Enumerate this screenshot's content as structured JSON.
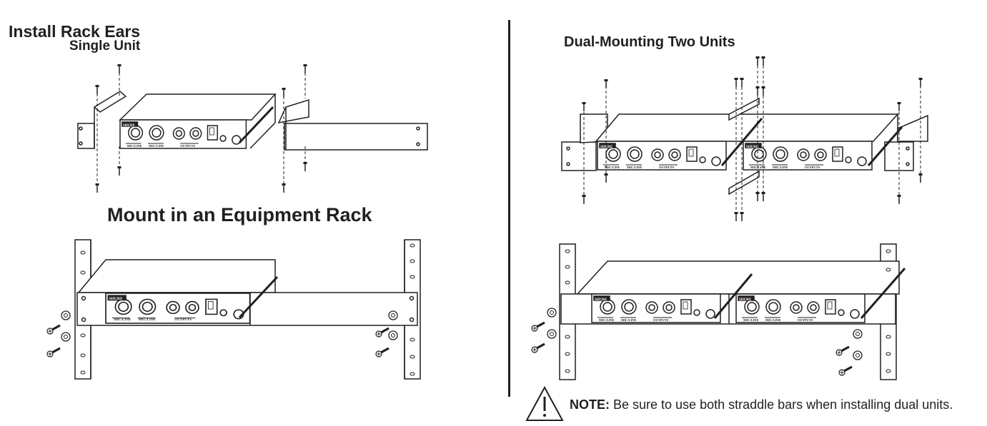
{
  "titles": {
    "install": "Install Rack Ears",
    "single": "Single Unit",
    "mount": "Mount in an Equipment Rack",
    "dual": "Dual-Mounting  Two Units"
  },
  "note": {
    "label": "NOTE:",
    "text": " Be sure to use both straddle bars when installing dual units."
  },
  "unit_panel": {
    "brand": "SHURE",
    "jack_label_1": "MIC/LINE",
    "jack_label_2": "MIC/LINE",
    "output_label": "OUTPUTS"
  },
  "icons": [
    "warning-triangle-icon",
    "screw-icon",
    "washer-icon"
  ],
  "colors": {
    "ink": "#231f20",
    "paper": "#ffffff"
  }
}
